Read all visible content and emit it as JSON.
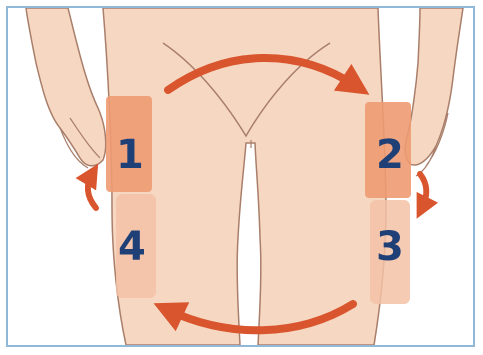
{
  "zones": [
    {
      "label": "1"
    },
    {
      "label": "2"
    },
    {
      "label": "3"
    },
    {
      "label": "4"
    }
  ],
  "colors": {
    "skin": "#f6d8c2",
    "skin_shadow": "#e9bea3",
    "outline": "#a97e6a",
    "zone_upper": "#ee9b72",
    "zone_lower": "#f3c2a6",
    "arrow": "#d9552e",
    "number": "#1f3f77",
    "border": "#8fb8d9"
  },
  "icons": {
    "top": "curved-arrow-right-icon",
    "bottom": "curved-arrow-left-icon",
    "left_side": "arrow-up-icon",
    "right_side": "arrow-down-icon"
  }
}
